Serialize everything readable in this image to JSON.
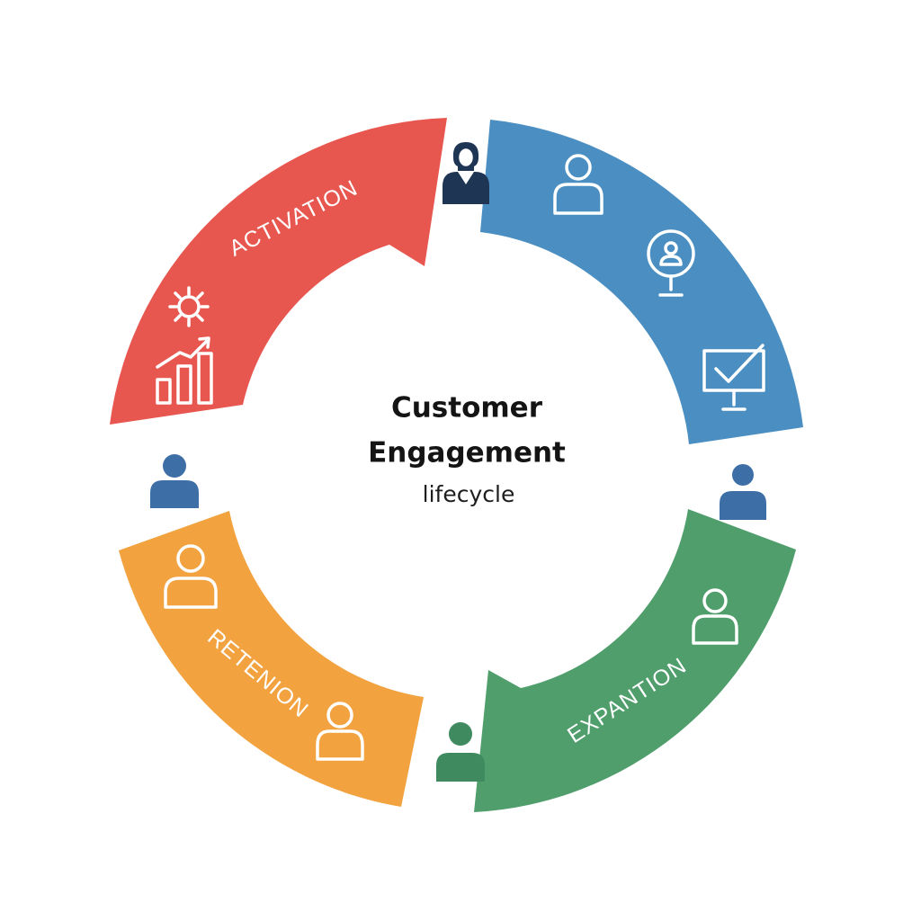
{
  "center": {
    "title_line1": "Customer",
    "title_line2": "Engagement",
    "subtitle": "lifecycle"
  },
  "segments": [
    {
      "key": "activation",
      "label": "ACTIVATION",
      "color": "#e8574f"
    },
    {
      "key": "top-right",
      "label": "",
      "color": "#4b8fc2"
    },
    {
      "key": "expansion",
      "label": "EXPANTION",
      "color": "#4f9e6c"
    },
    {
      "key": "retention",
      "label": "RETENION",
      "color": "#f2a23f"
    }
  ],
  "icons": {
    "activation": [
      "gear-icon",
      "bar-chart-growth-icon"
    ],
    "top_right": [
      "user-icon",
      "user-badge-icon",
      "monitor-check-icon"
    ],
    "expansion": [
      "user-icon"
    ],
    "retention": [
      "user-icon",
      "user-icon"
    ],
    "connectors": [
      "person-female-icon",
      "person-blue-icon",
      "person-blue-icon",
      "person-green-icon"
    ]
  },
  "colors": {
    "person_dark": "#1f3554",
    "person_blue": "#3d6fa6",
    "person_green": "#3f8a5f"
  }
}
